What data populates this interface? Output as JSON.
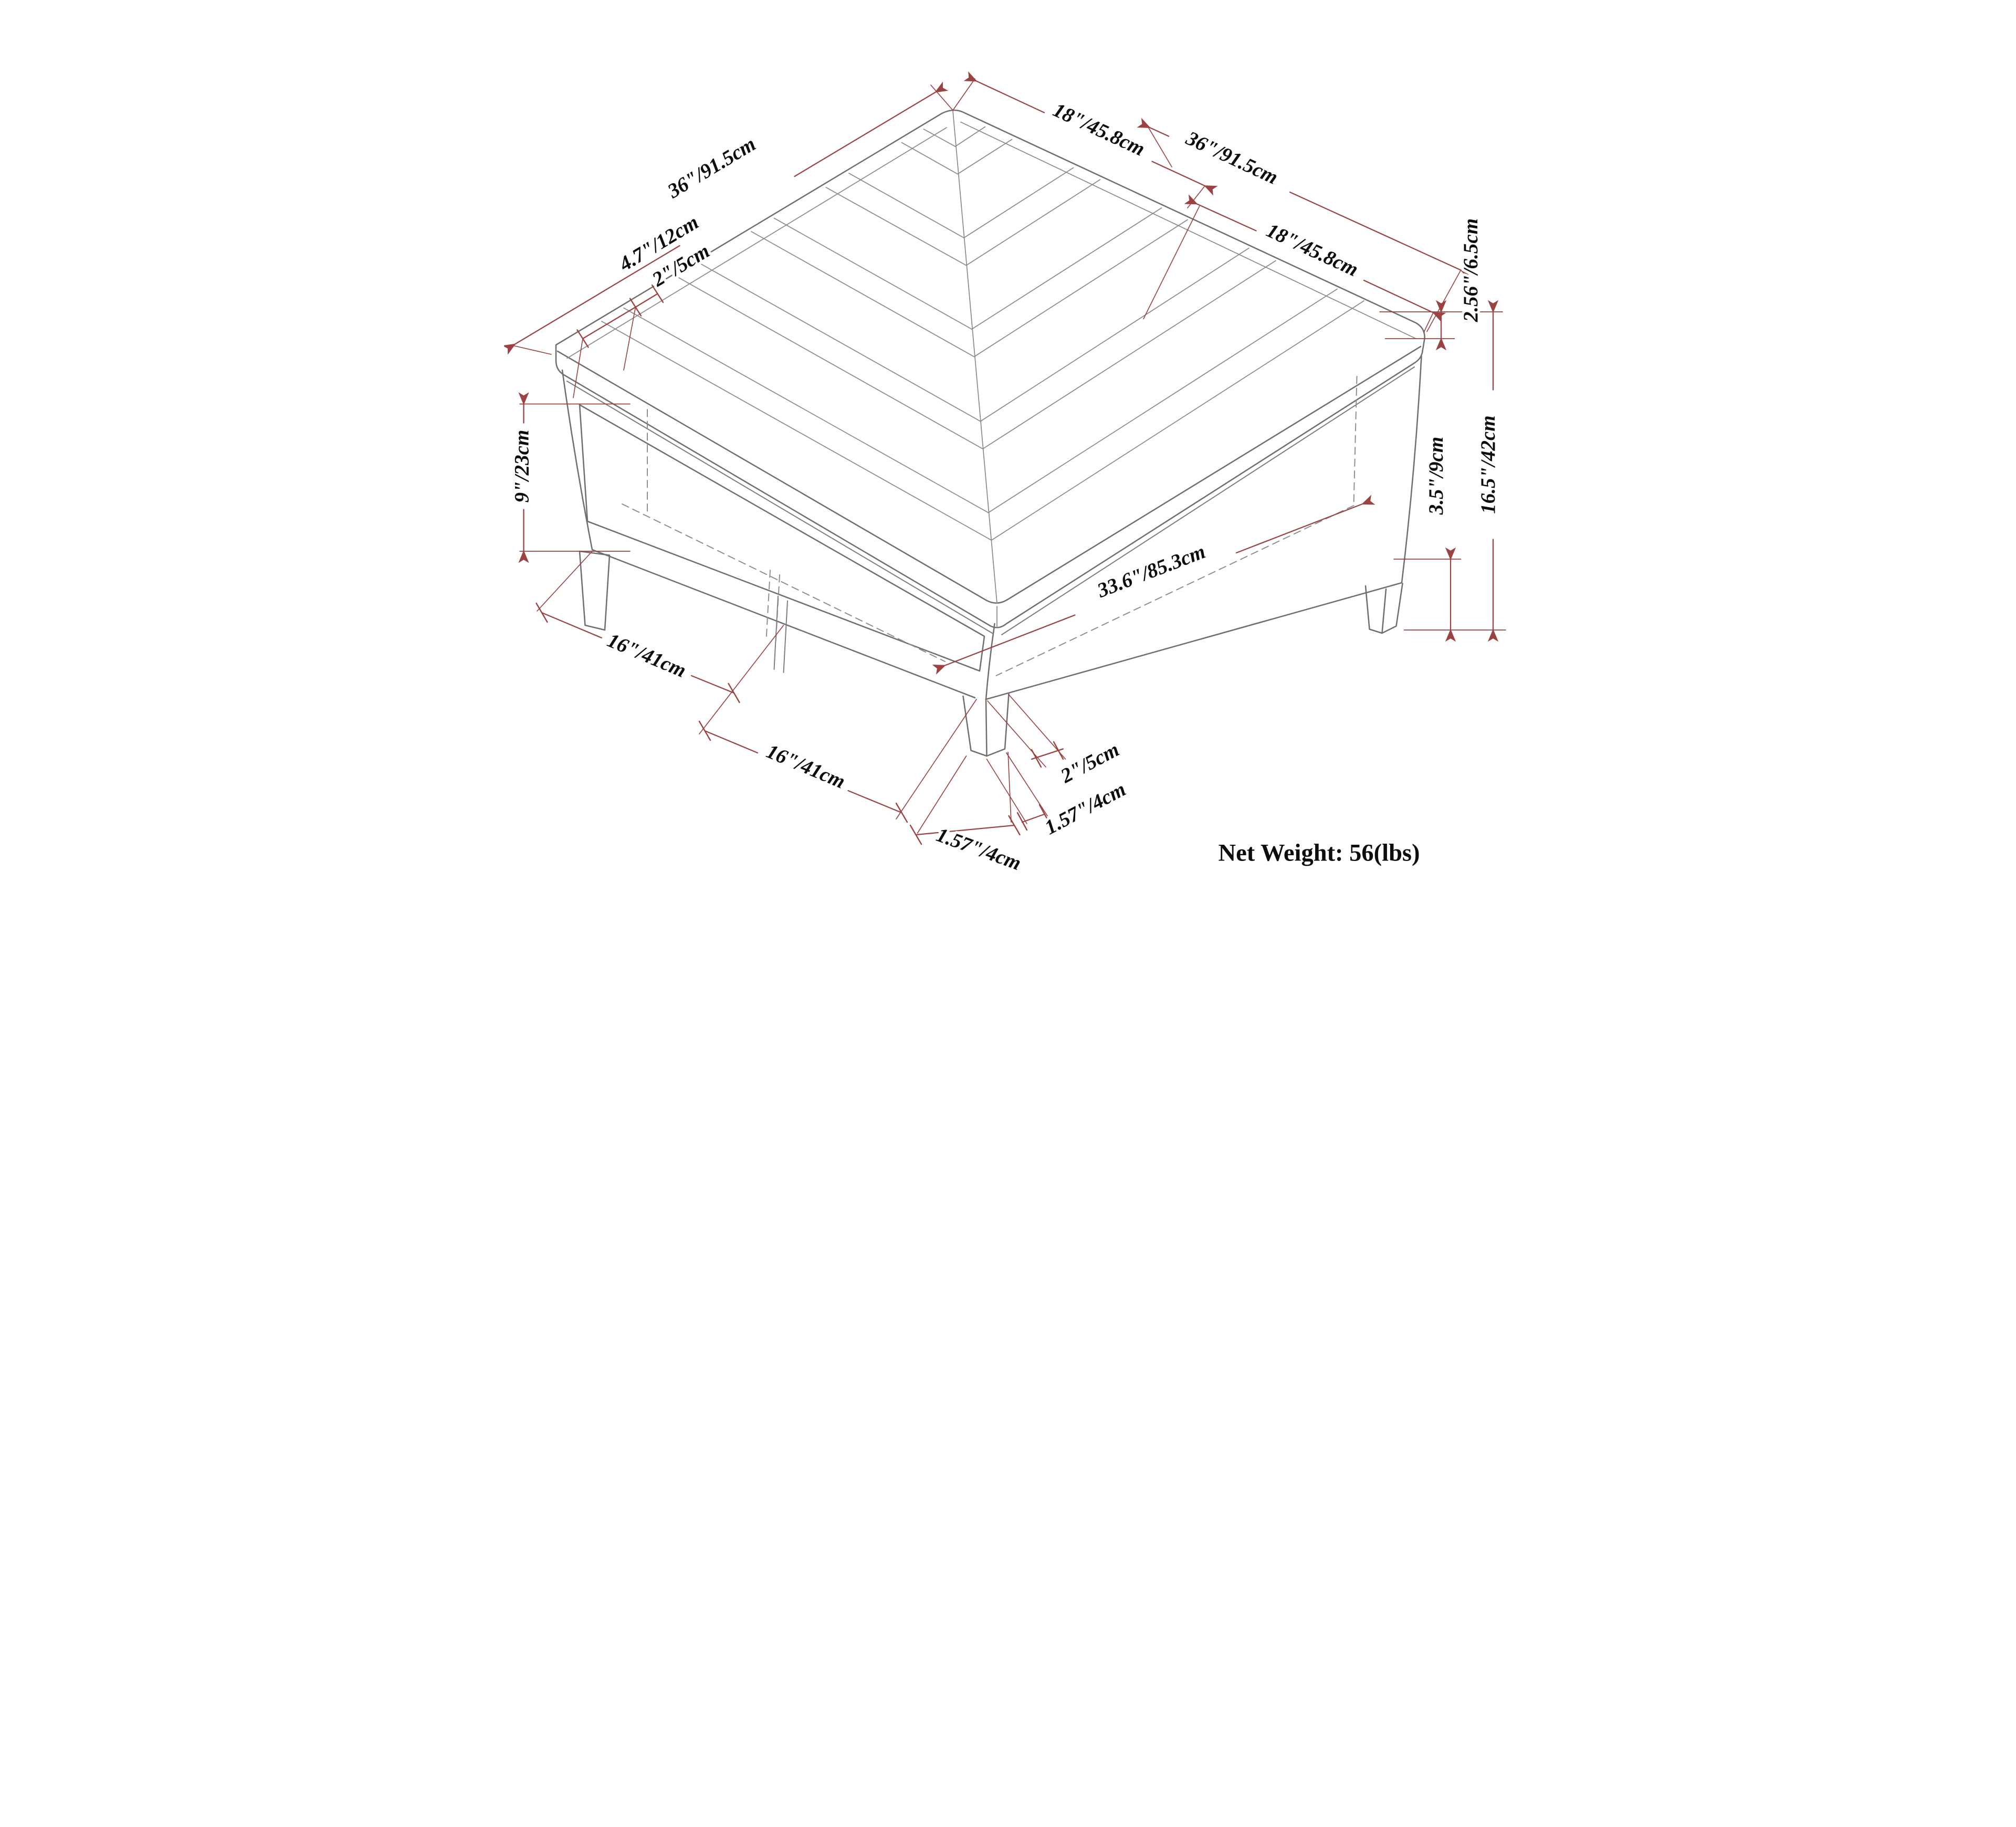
{
  "colors": {
    "dimension_line": "#9b4242",
    "drawing_line": "#6f6f6f",
    "hidden_line": "#8c8c8c",
    "label_text": "#0d0d0d",
    "background": "#ffffff"
  },
  "labels": {
    "top_left_edge": "36\"/91.5cm",
    "top_half_depth": "18\"/45.8cm",
    "top_right_edge": "36\"/91.5cm",
    "channel_width": "4.7\"/12cm",
    "channel_gap": "2\"/5cm",
    "right_half_depth": "18\"/45.8cm",
    "cushion_thickness": "2.56\"/6.5cm",
    "total_height": "16.5\"/42cm",
    "base_rail_height": "3.5\"/9cm",
    "shelf_opening_height": "9\"/23cm",
    "interior_width": "33.6\"/85.3cm",
    "shelf_section_width_left": "16\"/41cm",
    "shelf_section_width_front": "16\"/41cm",
    "leg_top_width": "2\"/5cm",
    "leg_bottom_width": "1.57\"/4cm",
    "leg_bottom_width_left": "1.57\"/4cm",
    "net_weight": "Net Weight: 56(lbs)"
  }
}
